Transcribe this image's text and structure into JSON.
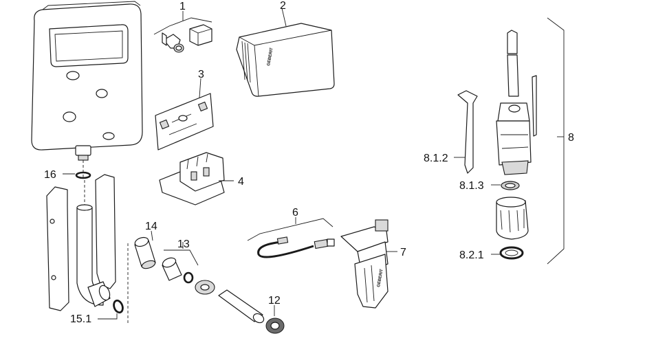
{
  "brand_logo_text": "GEBERIT",
  "labels": {
    "p1": "1",
    "p2": "2",
    "p3": "3",
    "p4": "4",
    "p6": "6",
    "p7": "7",
    "p8": "8",
    "p812": "8.1.2",
    "p813": "8.1.3",
    "p821": "8.2.1",
    "p12": "12",
    "p13": "13",
    "p14": "14",
    "p151": "15.1",
    "p16": "16"
  }
}
